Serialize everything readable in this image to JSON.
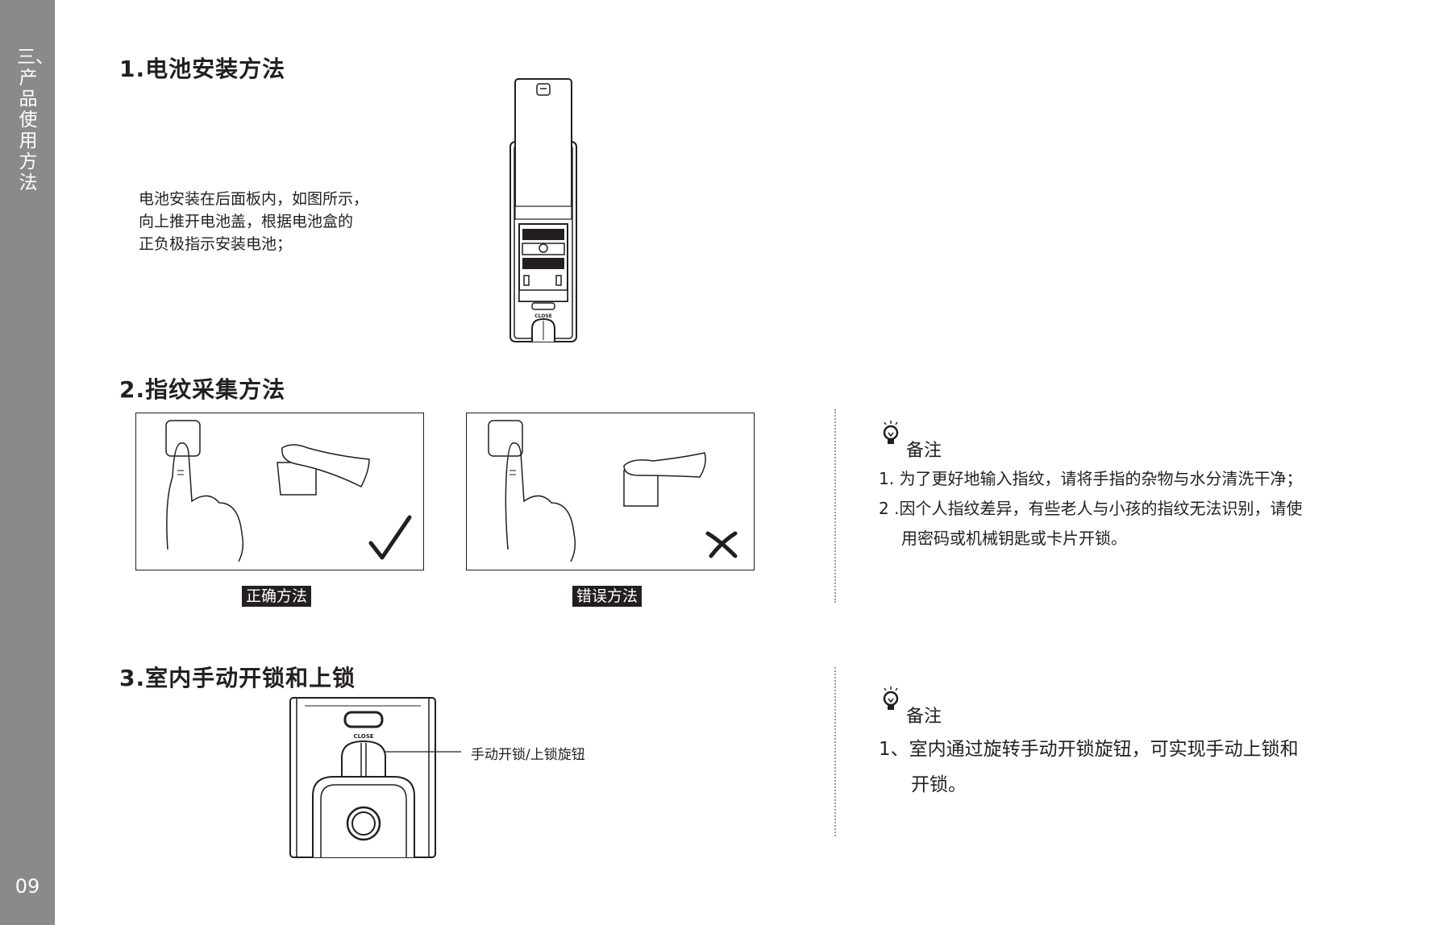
{
  "sidebar": {
    "section_title": "三、产品使用方法",
    "page_number": "09"
  },
  "section1": {
    "heading": "1.电池安装方法",
    "desc_lines": [
      "电池安装在后面板内，如图所示，",
      "向上推开电池盖，根据电池盒的",
      "正负极指示安装电池；"
    ],
    "figure_label": "CLOSE"
  },
  "section2": {
    "heading": "2.指纹采集方法",
    "correct_caption": "正确方法",
    "wrong_caption": "错误方法",
    "note": {
      "title": "备注",
      "items": [
        "1. 为了更好地输入指纹，请将手指的杂物与水分清洗干净；",
        "2 .因个人指纹差异，有些老人与小孩的指纹无法识别，请使",
        "用密码或机械钥匙或卡片开锁。"
      ]
    }
  },
  "section3": {
    "heading": "3.室内手动开锁和上锁",
    "callout": "手动开锁/上锁旋钮",
    "figure_label": "CLOSE",
    "note": {
      "title": "备注",
      "items": [
        "1、室内通过旋转手动开锁旋钮，可实现手动上锁和",
        "开锁。"
      ]
    }
  },
  "icons": [
    "lightbulb-icon",
    "checkmark-icon",
    "cross-icon"
  ]
}
